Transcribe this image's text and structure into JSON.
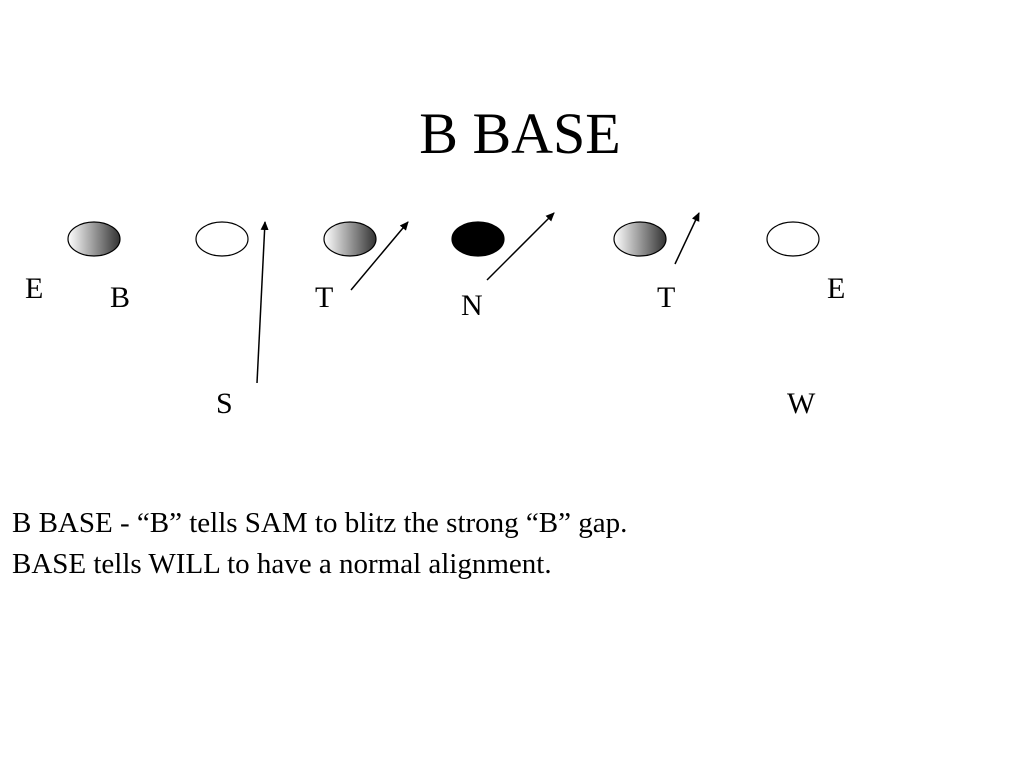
{
  "slide": {
    "title": "B BASE"
  },
  "diagram": {
    "offensive_players": [
      {
        "id": "ol-1",
        "fill": "gradient"
      },
      {
        "id": "ol-2",
        "fill": "empty"
      },
      {
        "id": "ol-3",
        "fill": "gradient"
      },
      {
        "id": "ol-center",
        "fill": "solid"
      },
      {
        "id": "ol-5",
        "fill": "gradient"
      },
      {
        "id": "ol-6",
        "fill": "empty"
      }
    ],
    "defensive_labels": {
      "left_end": "E",
      "bandit": "B",
      "left_tackle": "T",
      "nose": "N",
      "right_tackle": "T",
      "right_end": "E",
      "sam": "S",
      "will": "W"
    },
    "colors": {
      "ink": "#000000",
      "gradient_dark": "#333333",
      "gradient_light": "#ffffff",
      "background": "#ffffff"
    }
  },
  "caption": {
    "line1": "B BASE - “B” tells SAM to blitz the strong “B” gap.",
    "line2": "BASE tells WILL to have a normal alignment."
  }
}
